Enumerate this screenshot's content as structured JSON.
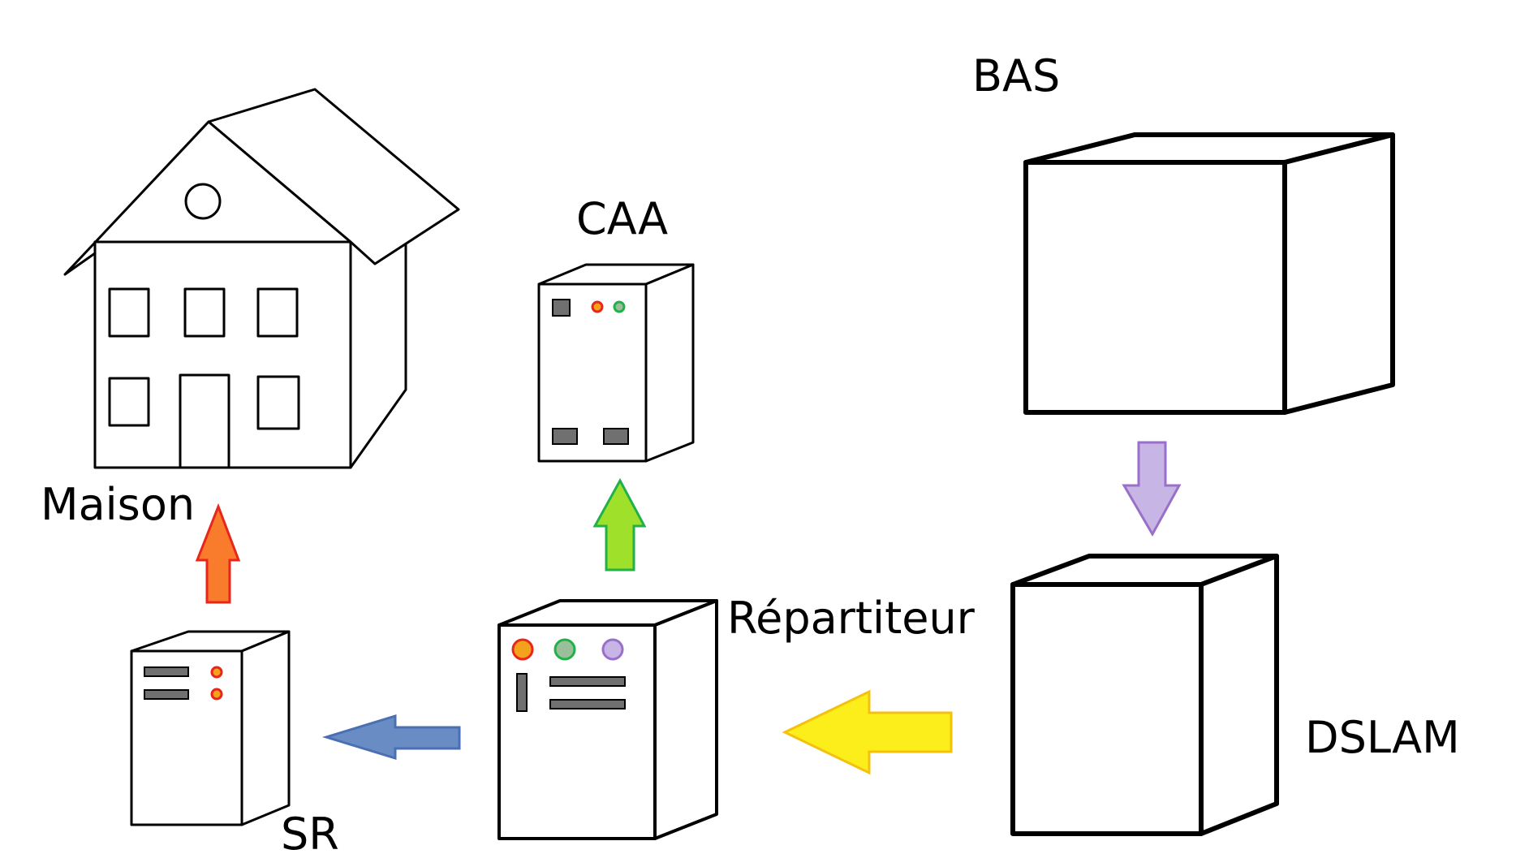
{
  "labels": {
    "house": "Maison",
    "caa": "CAA",
    "bas": "BAS",
    "dslam": "DSLAM",
    "repartiteur": "Répartiteur",
    "sr": "SR"
  },
  "colors": {
    "arrow_sr_to_house_fill": "#f97b2c",
    "arrow_sr_to_house_stroke": "#e8261c",
    "arrow_rep_to_caa_fill": "#9ee02a",
    "arrow_rep_to_caa_stroke": "#22b04a",
    "arrow_bas_to_dslam_fill": "#c7b5e6",
    "arrow_bas_to_dslam_stroke": "#9a6fc9",
    "arrow_dslam_to_rep_fill": "#fbee1a",
    "arrow_dslam_to_rep_stroke": "#f4c20e",
    "arrow_rep_to_sr_fill": "#6a8cc4",
    "arrow_rep_to_sr_stroke": "#4a6fb3",
    "led_red": "#e8261c",
    "led_green": "#22b04a",
    "led_purple": "#9a6fc9",
    "led_orange_fill": "#f4a21c",
    "led_green_fill": "#9bbf9b",
    "led_purple_fill": "#c7b5e6",
    "slot_gray": "#707070"
  }
}
